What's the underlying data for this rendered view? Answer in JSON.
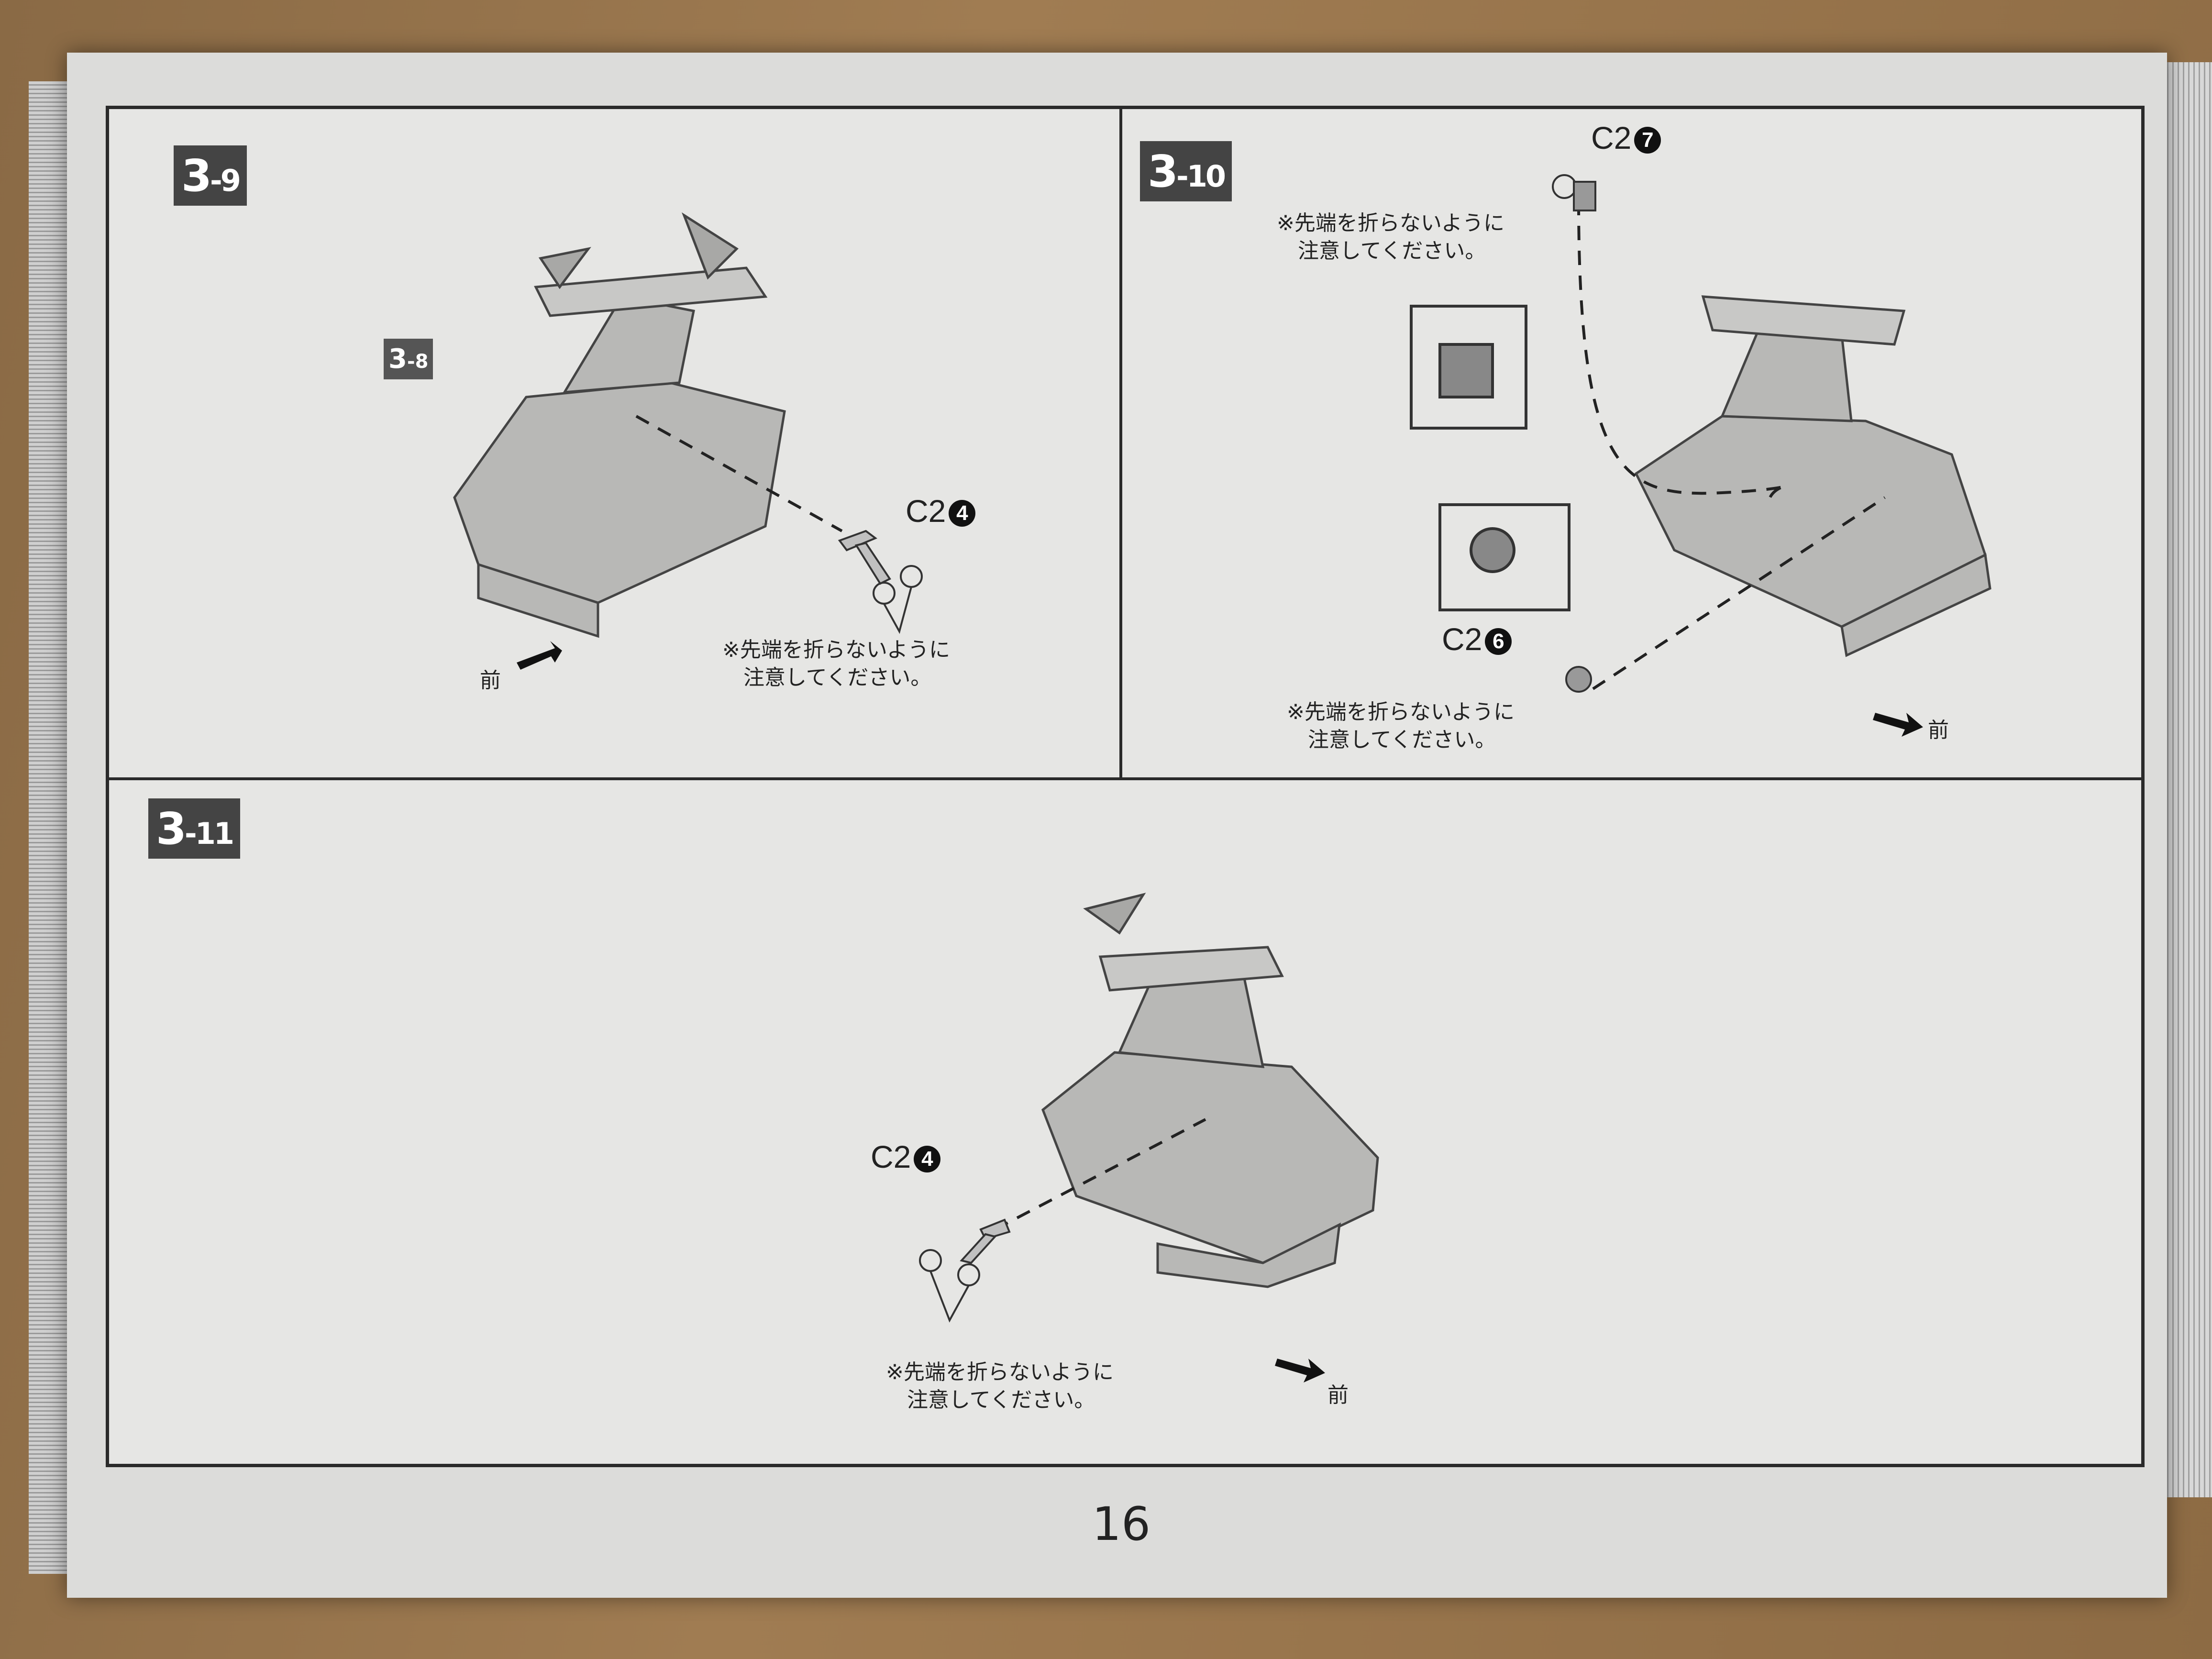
{
  "page_number": "16",
  "panels": [
    {
      "step": "3",
      "sub": "-9",
      "ref_step": "3",
      "ref_sub": "-8",
      "part": "C2",
      "part_num": "4",
      "note_line1": "※先端を折らないように",
      "note_line2": "注意してください。",
      "front": "前"
    },
    {
      "step": "3",
      "sub": "-10",
      "parts": [
        {
          "part": "C2",
          "part_num": "7"
        },
        {
          "part": "C2",
          "part_num": "6"
        }
      ],
      "notes": [
        {
          "line1": "※先端を折らないように",
          "line2": "注意してください。"
        },
        {
          "line1": "※先端を折らないように",
          "line2": "注意してください。"
        }
      ],
      "front": "前"
    },
    {
      "step": "3",
      "sub": "-11",
      "part": "C2",
      "part_num": "4",
      "note_line1": "※先端を折らないように",
      "note_line2": "注意してください。",
      "front": "前"
    }
  ]
}
